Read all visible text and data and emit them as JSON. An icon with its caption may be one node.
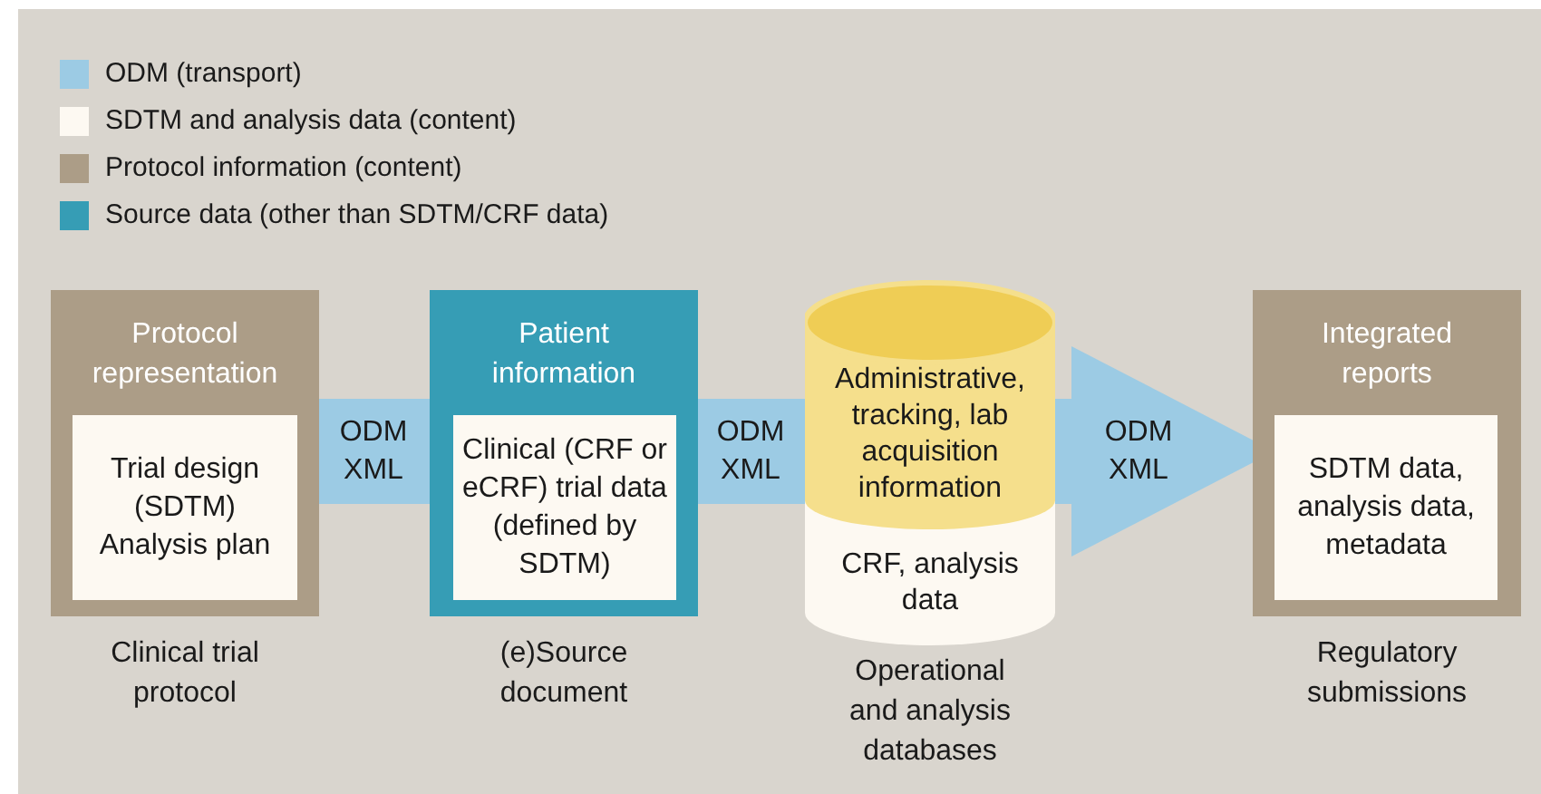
{
  "diagram": {
    "nodes": [
      {
        "text": [
          "Protocol representation"
        ],
        "beside": [
          "Clinical trial protocol"
        ]
      },
      {
        "text": [
          "Trial design (SDTM) Analysis plan"
        ],
        "in": 0
      },
      {
        "text": [
          "Patient information"
        ],
        "beside": [
          "(e)Source document"
        ]
      },
      {
        "text": [
          "Clinical (CRF or eCRF) trial data (defined by SDTM)"
        ],
        "in": 2
      },
      {
        "text": [
          "Administrative, tracking, lab acquisition information",
          "CRF, analysis data"
        ],
        "beside": [
          "Operational and analysis databases"
        ]
      },
      {
        "text": [
          "Integrated reports"
        ],
        "beside": [
          "Regulatory submissions"
        ]
      },
      {
        "text": [
          "SDTM data, analysis data, metadata"
        ],
        "in": 5
      }
    ],
    "edges": [
      {
        "from": 0,
        "to": 2,
        "arrow": "none",
        "label": "ODM XML"
      },
      {
        "from": 2,
        "to": 4,
        "arrow": "none",
        "label": "ODM XML"
      },
      {
        "from": 4,
        "to": 6,
        "arrow": "to",
        "label": "ODM XML"
      }
    ],
    "legend": [
      {
        "text": "ODM (transport)",
        "color": "#9ccbe4"
      },
      {
        "text": "SDTM and analysis data (content)",
        "color": "#fdf9f2"
      },
      {
        "text": "Protocol information (content)",
        "color": "#ac9d87"
      },
      {
        "text": "Source data (other than SDTM/CRF data)",
        "color": "#369db5"
      }
    ]
  }
}
